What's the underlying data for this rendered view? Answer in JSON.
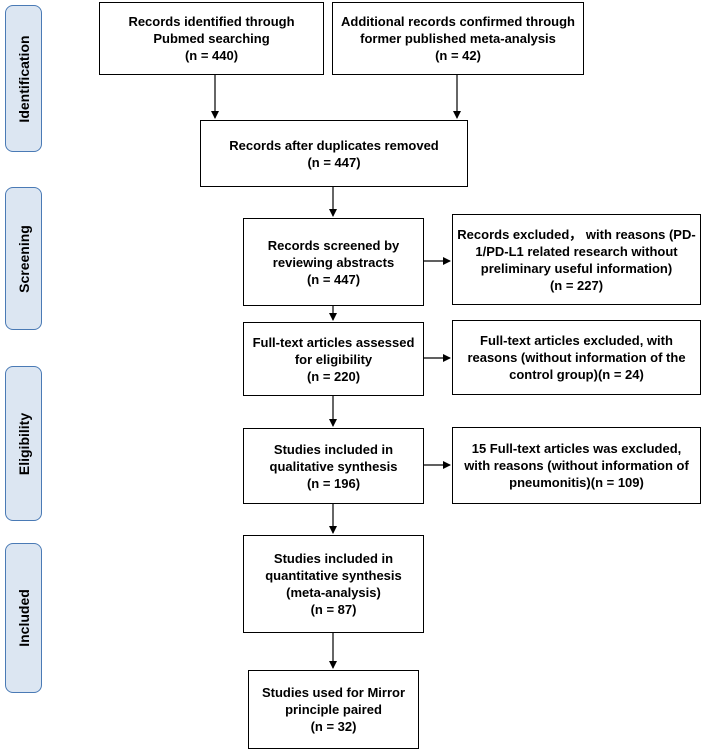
{
  "stages": {
    "identification": "Identification",
    "screening": "Screening",
    "eligibility": "Eligibility",
    "included": "Included"
  },
  "boxes": {
    "pubmed": [
      "Records identified through",
      "Pubmed searching",
      "(n = 440)"
    ],
    "additional": [
      "Additional records confirmed  through",
      "former published meta-analysis",
      "(n = 42)"
    ],
    "duplicates": [
      "Records after duplicates removed",
      "(n = 447)"
    ],
    "screened": [
      "Records screened by",
      "reviewing abstracts",
      "(n = 447)"
    ],
    "excluded_abstracts": [
      "Records excluded， with reasons (PD-",
      "1/PD-L1 related research without",
      "preliminary useful information)",
      "(n = 227)"
    ],
    "fulltext": [
      "Full-text articles assessed",
      "for eligibility",
      "(n = 220)"
    ],
    "excluded_fulltext": [
      "Full-text articles excluded, with",
      "reasons (without  information of the",
      "control group)(n = 24)"
    ],
    "qualitative": [
      "Studies included in",
      "qualitative synthesis",
      "(n = 196)"
    ],
    "excluded_qualitative": [
      "15 Full-text articles was excluded,",
      "with reasons (without information of",
      "pneumonitis)(n = 109)"
    ],
    "quantitative": [
      "Studies included in",
      "quantitative synthesis",
      "(meta-analysis)",
      "(n = 87)"
    ],
    "mirror": [
      "Studies used for Mirror",
      "principle paired",
      "(n = 32)"
    ]
  }
}
